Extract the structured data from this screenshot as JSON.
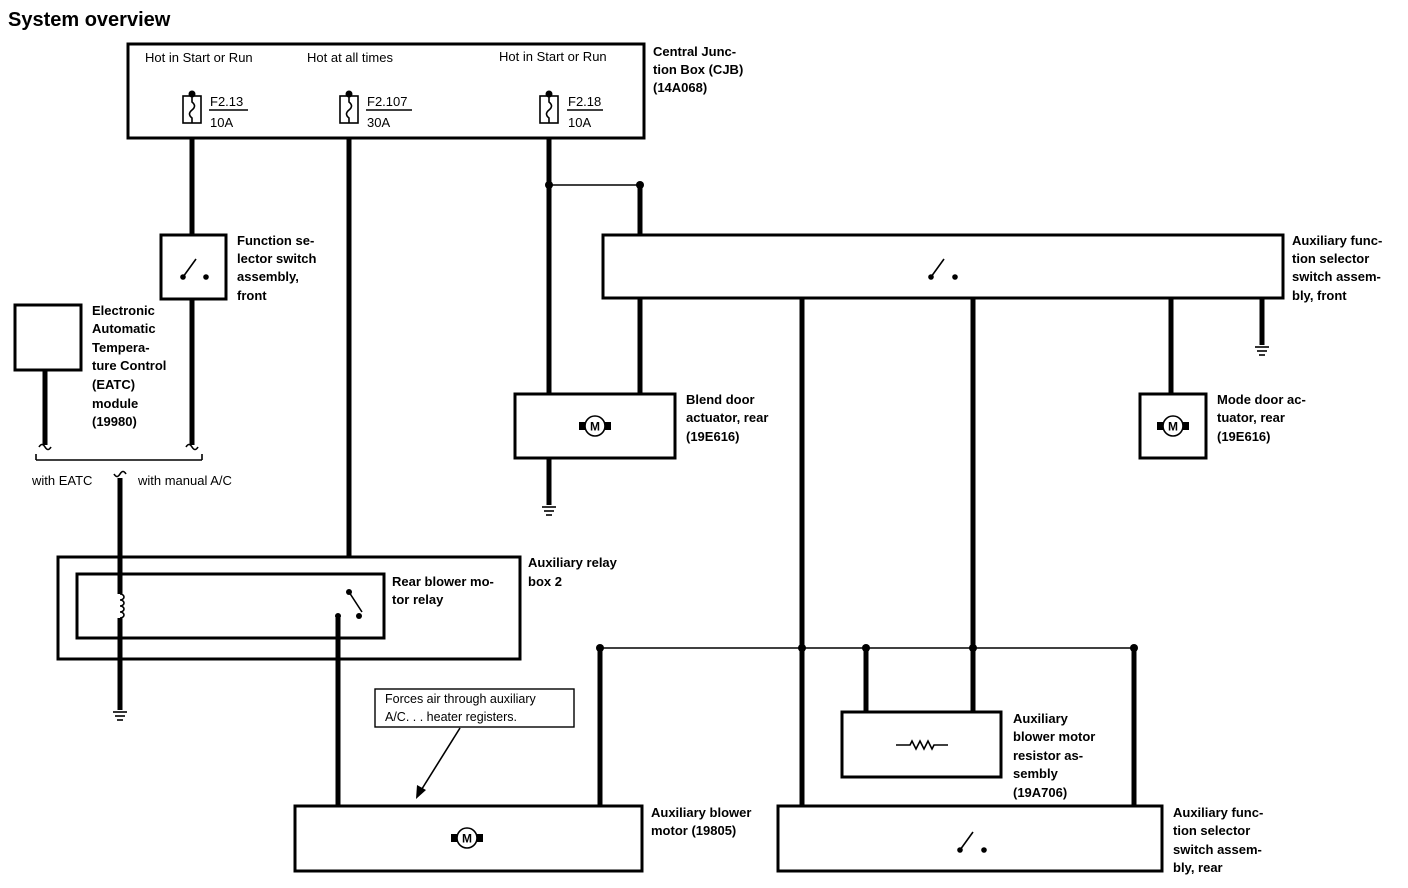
{
  "title": "System overview",
  "cjb": {
    "label": [
      "Central Junc-",
      "tion Box (CJB)",
      "(14A068)"
    ],
    "supply": [
      "Hot in Start or Run",
      "Hot at all times",
      "Hot in Start or Run"
    ],
    "fuses": [
      {
        "id": "F2.13",
        "rating": "10A"
      },
      {
        "id": "F2.107",
        "rating": "30A"
      },
      {
        "id": "F2.18",
        "rating": "10A"
      }
    ]
  },
  "components": {
    "function_selector_front": [
      "Function se-",
      "lector switch",
      "assembly,",
      "front"
    ],
    "eatc_module": [
      "Electronic",
      "Automatic",
      "Tempera-",
      "ture Control",
      "(EATC)",
      "module",
      "(19980)"
    ],
    "aux_function_selector_front": [
      "Auxiliary func-",
      "tion selector",
      "switch assem-",
      "bly, front"
    ],
    "blend_door_actuator": [
      "Blend door",
      "actuator, rear",
      "(19E616)"
    ],
    "mode_door_actuator": [
      "Mode door ac-",
      "tuator, rear",
      "(19E616)"
    ],
    "aux_relay_box": [
      "Auxiliary relay",
      "box 2"
    ],
    "rear_blower_relay": [
      "Rear blower mo-",
      "tor relay"
    ],
    "aux_blower_motor": [
      "Auxiliary blower",
      "motor (19805)"
    ],
    "aux_blower_resistor": [
      "Auxiliary",
      "blower motor",
      "resistor as-",
      "sembly",
      "(19A706)"
    ],
    "aux_function_selector_rear": [
      "Auxiliary func-",
      "tion selector",
      "switch assem-",
      "bly, rear"
    ]
  },
  "options": {
    "with_eatc": "with EATC",
    "with_manual_ac": "with manual A/C"
  },
  "callout": [
    "Forces air through auxiliary",
    "A/C. . . heater registers."
  ],
  "motor_symbol": "M"
}
